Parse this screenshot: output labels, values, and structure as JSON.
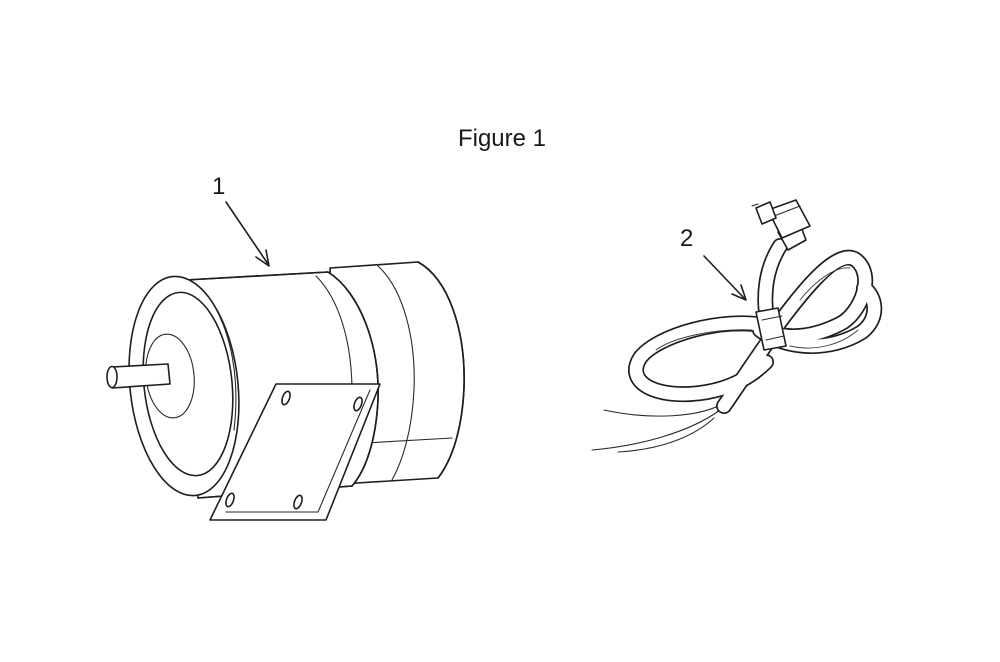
{
  "figure": {
    "caption": "Figure 1"
  },
  "callouts": [
    {
      "label": "1",
      "part": "motor"
    },
    {
      "label": "2",
      "part": "power-cord"
    }
  ],
  "style": {
    "ink_color": "#1e1e1e",
    "background_color": "#ffffff"
  }
}
